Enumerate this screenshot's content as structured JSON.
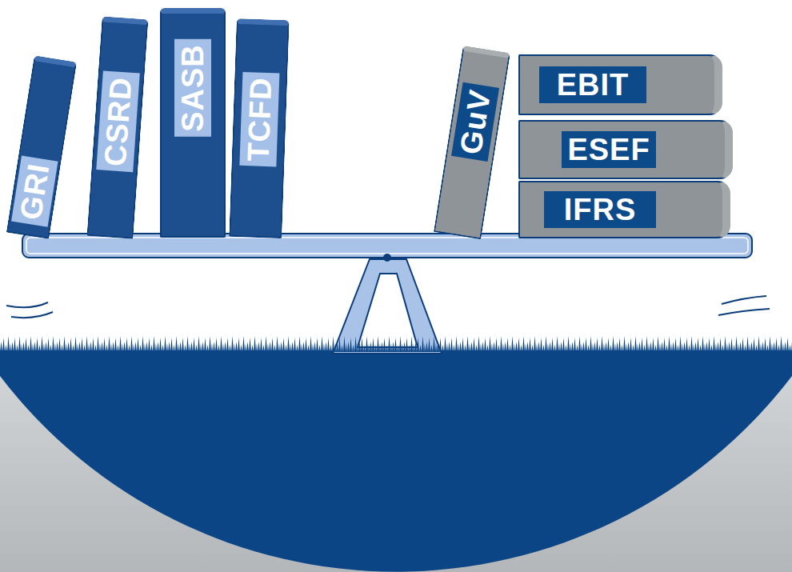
{
  "diagram": {
    "nodes": [
      {
        "text": [
          "GRI"
        ]
      },
      {
        "text": [
          "CSRD"
        ]
      },
      {
        "text": [
          "SASB"
        ]
      },
      {
        "text": [
          "TCFD"
        ]
      },
      {
        "text": [
          "GuV"
        ]
      },
      {
        "text": [
          "EBIT"
        ]
      },
      {
        "text": [
          "ESEF"
        ]
      },
      {
        "text": [
          "IFRS"
        ]
      }
    ]
  }
}
